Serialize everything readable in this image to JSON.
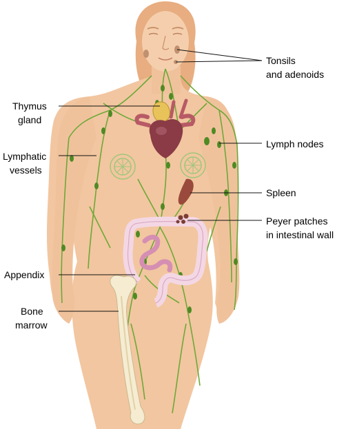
{
  "labels": {
    "tonsils_line1": "Tonsils",
    "tonsils_line2": "and adenoids",
    "thymus_line1": "Thymus",
    "thymus_line2": "gland",
    "lymphatic_line1": "Lymphatic",
    "lymphatic_line2": "vessels",
    "lymph_nodes": "Lymph nodes",
    "spleen": "Spleen",
    "peyer_line1": "Peyer patches",
    "peyer_line2": "in intestinal wall",
    "appendix": "Appendix",
    "bone_line1": "Bone",
    "bone_line2": "marrow"
  },
  "colors": {
    "skin": "#f2c6a0",
    "skin_shade": "#e8b48c",
    "hair": "#e8b084",
    "vessel": "#6da838",
    "node": "#4f8a24",
    "heart": "#8a3b45",
    "thymus": "#e8c35a",
    "spleen": "#9a4a3c",
    "intestine": "#f4d7e4",
    "small_intestine": "#d58fb2",
    "bone": "#f5ecd2"
  }
}
